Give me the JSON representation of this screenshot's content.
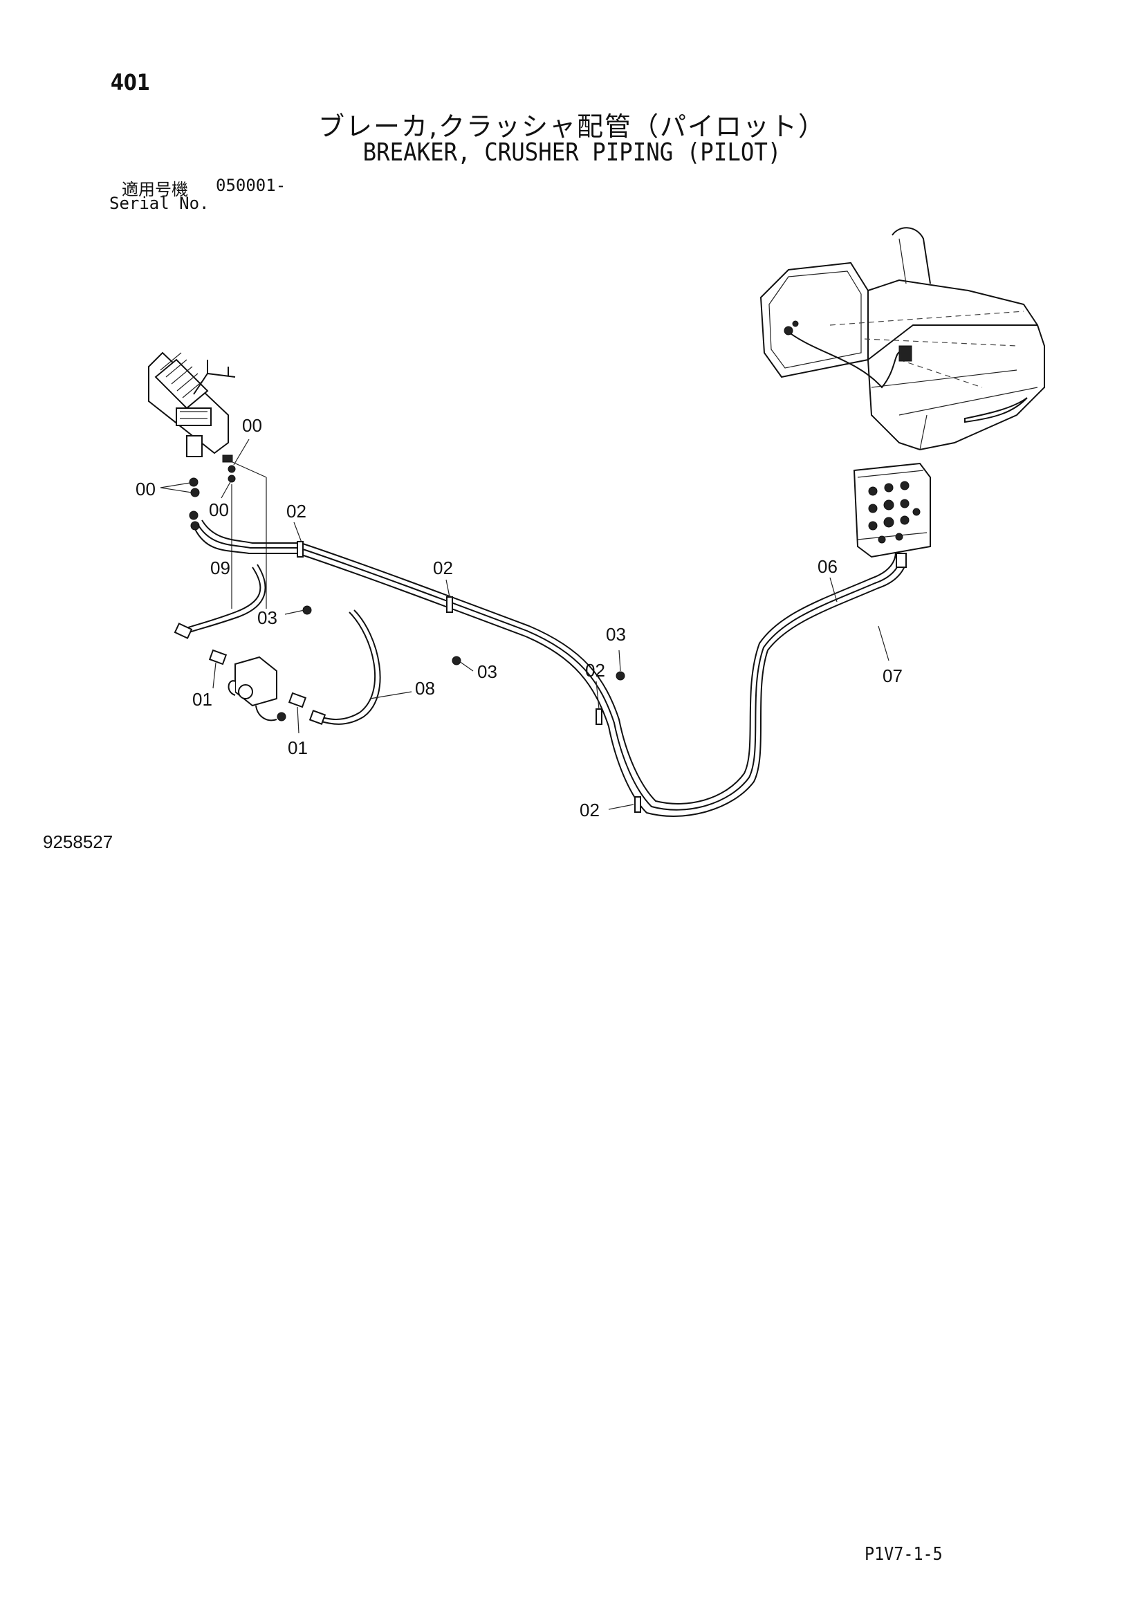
{
  "header": {
    "page_number": "401",
    "title_jp": "ブレーカ,クラッシャ配管（パイロット）",
    "title_en": "BREAKER, CRUSHER PIPING (PILOT)",
    "serial_label_jp": "適用号機",
    "serial_range": "050001-",
    "serial_label_en": "Serial No."
  },
  "callouts": [
    {
      "id": "c-00-a",
      "label": "00"
    },
    {
      "id": "c-00-b",
      "label": "00"
    },
    {
      "id": "c-00-c",
      "label": "00"
    },
    {
      "id": "c-02-a",
      "label": "02"
    },
    {
      "id": "c-02-b",
      "label": "02"
    },
    {
      "id": "c-02-c",
      "label": "02"
    },
    {
      "id": "c-02-d",
      "label": "02"
    },
    {
      "id": "c-03-a",
      "label": "03"
    },
    {
      "id": "c-03-b",
      "label": "03"
    },
    {
      "id": "c-03-c",
      "label": "03"
    },
    {
      "id": "c-09",
      "label": "09"
    },
    {
      "id": "c-08",
      "label": "08"
    },
    {
      "id": "c-01-a",
      "label": "01"
    },
    {
      "id": "c-01-b",
      "label": "01"
    },
    {
      "id": "c-06",
      "label": "06"
    },
    {
      "id": "c-07",
      "label": "07"
    }
  ],
  "footer": {
    "drawing_number": "9258527",
    "sheet_code": "P1V7-1-5"
  }
}
